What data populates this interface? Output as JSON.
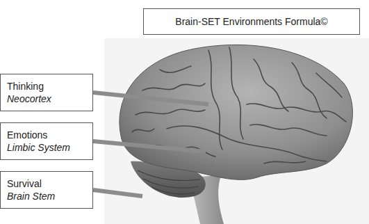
{
  "diagram": {
    "nodes": [
      {
        "text": [
          "Brain-SET Environments Formula©"
        ]
      },
      {
        "text": [
          "Thinking",
          "Neocortex"
        ]
      },
      {
        "text": [
          "Emotions",
          "Limbic System"
        ]
      },
      {
        "text": [
          "Survival",
          "Brain Stem"
        ]
      }
    ]
  }
}
